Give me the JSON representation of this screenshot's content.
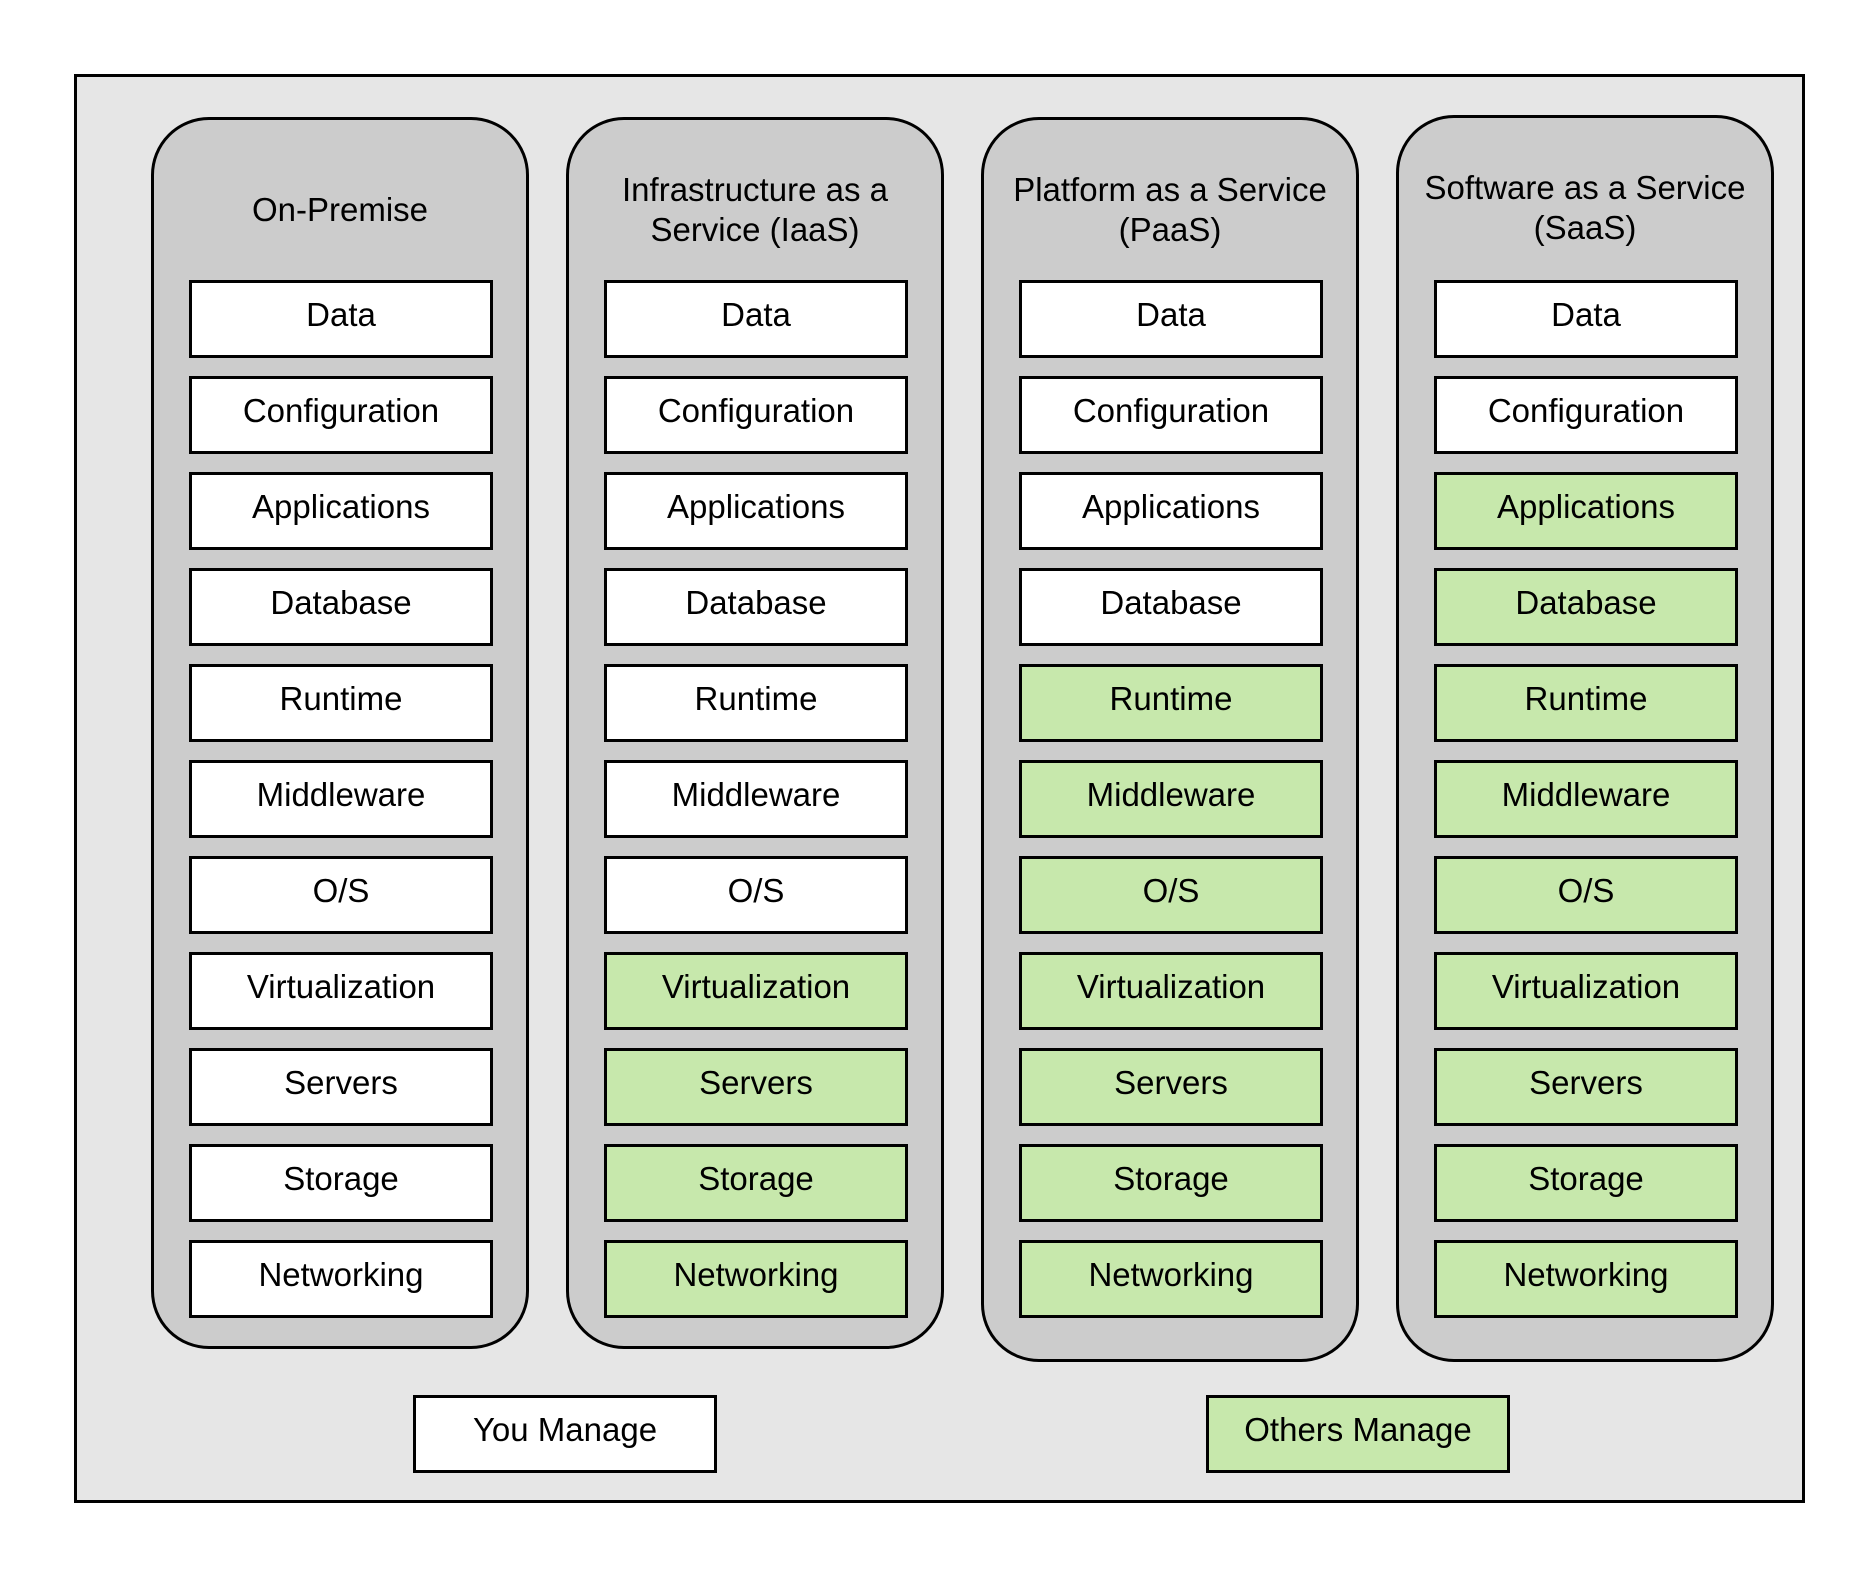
{
  "colors": {
    "frame_background": "#e6e6e6",
    "column_background": "#cccccc",
    "you_manage": "#ffffff",
    "others_manage": "#c7e8ac",
    "border": "#000000"
  },
  "columns": [
    {
      "title": "On-Premise",
      "layers": [
        {
          "label": "Data",
          "managed_by": "you"
        },
        {
          "label": "Configuration",
          "managed_by": "you"
        },
        {
          "label": "Applications",
          "managed_by": "you"
        },
        {
          "label": "Database",
          "managed_by": "you"
        },
        {
          "label": "Runtime",
          "managed_by": "you"
        },
        {
          "label": "Middleware",
          "managed_by": "you"
        },
        {
          "label": "O/S",
          "managed_by": "you"
        },
        {
          "label": "Virtualization",
          "managed_by": "you"
        },
        {
          "label": "Servers",
          "managed_by": "you"
        },
        {
          "label": "Storage",
          "managed_by": "you"
        },
        {
          "label": "Networking",
          "managed_by": "you"
        }
      ]
    },
    {
      "title": "Infrastructure as a Service (IaaS)",
      "layers": [
        {
          "label": "Data",
          "managed_by": "you"
        },
        {
          "label": "Configuration",
          "managed_by": "you"
        },
        {
          "label": "Applications",
          "managed_by": "you"
        },
        {
          "label": "Database",
          "managed_by": "you"
        },
        {
          "label": "Runtime",
          "managed_by": "you"
        },
        {
          "label": "Middleware",
          "managed_by": "you"
        },
        {
          "label": "O/S",
          "managed_by": "you"
        },
        {
          "label": "Virtualization",
          "managed_by": "others"
        },
        {
          "label": "Servers",
          "managed_by": "others"
        },
        {
          "label": "Storage",
          "managed_by": "others"
        },
        {
          "label": "Networking",
          "managed_by": "others"
        }
      ]
    },
    {
      "title": "Platform as a Service (PaaS)",
      "layers": [
        {
          "label": "Data",
          "managed_by": "you"
        },
        {
          "label": "Configuration",
          "managed_by": "you"
        },
        {
          "label": "Applications",
          "managed_by": "you"
        },
        {
          "label": "Database",
          "managed_by": "you"
        },
        {
          "label": "Runtime",
          "managed_by": "others"
        },
        {
          "label": "Middleware",
          "managed_by": "others"
        },
        {
          "label": "O/S",
          "managed_by": "others"
        },
        {
          "label": "Virtualization",
          "managed_by": "others"
        },
        {
          "label": "Servers",
          "managed_by": "others"
        },
        {
          "label": "Storage",
          "managed_by": "others"
        },
        {
          "label": "Networking",
          "managed_by": "others"
        }
      ]
    },
    {
      "title": "Software as a Service (SaaS)",
      "layers": [
        {
          "label": "Data",
          "managed_by": "you"
        },
        {
          "label": "Configuration",
          "managed_by": "you"
        },
        {
          "label": "Applications",
          "managed_by": "others"
        },
        {
          "label": "Database",
          "managed_by": "others"
        },
        {
          "label": "Runtime",
          "managed_by": "others"
        },
        {
          "label": "Middleware",
          "managed_by": "others"
        },
        {
          "label": "O/S",
          "managed_by": "others"
        },
        {
          "label": "Virtualization",
          "managed_by": "others"
        },
        {
          "label": "Servers",
          "managed_by": "others"
        },
        {
          "label": "Storage",
          "managed_by": "others"
        },
        {
          "label": "Networking",
          "managed_by": "others"
        }
      ]
    }
  ],
  "legend": {
    "you_manage_label": "You Manage",
    "others_manage_label": "Others Manage"
  }
}
